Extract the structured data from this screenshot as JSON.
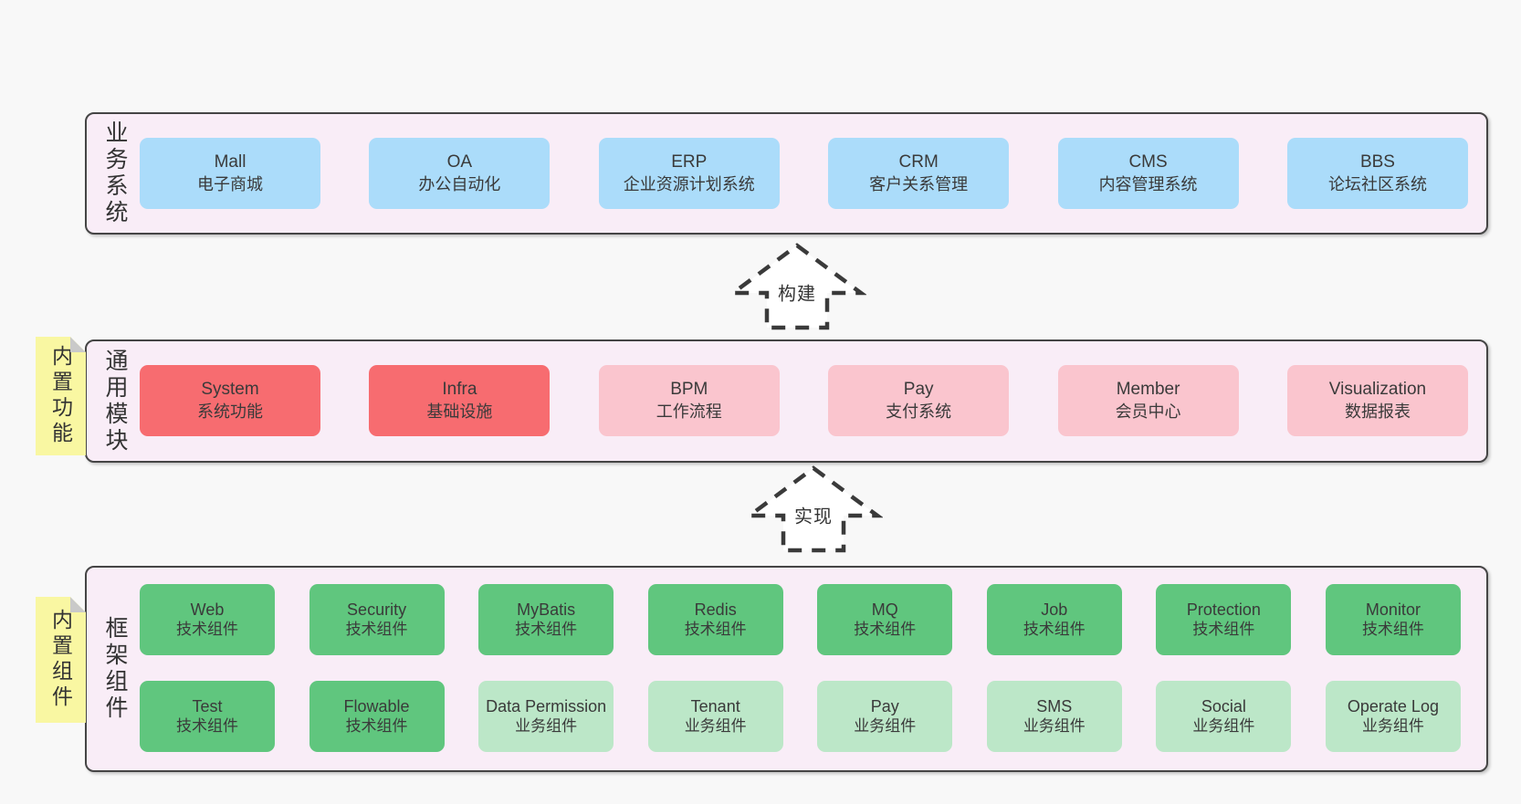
{
  "colors": {
    "page_bg": "#f8f8f8",
    "panel_bg": "#f9edf7",
    "panel_border": "#454545",
    "business_box": "#abdcfa",
    "core_module_box": "#f76c70",
    "optional_module_box": "#fac5ce",
    "tech_component_box": "#60c67e",
    "biz_component_box": "#bce7c8",
    "sticky_note": "#f9f7a2",
    "note_fold": "#c9c9c9",
    "text": "#333333"
  },
  "layers": {
    "business": {
      "label": "业务系统",
      "boxes": [
        {
          "title": "Mall",
          "subtitle": "电子商城"
        },
        {
          "title": "OA",
          "subtitle": "办公自动化"
        },
        {
          "title": "ERP",
          "subtitle": "企业资源计划系统"
        },
        {
          "title": "CRM",
          "subtitle": "客户关系管理"
        },
        {
          "title": "CMS",
          "subtitle": "内容管理系统"
        },
        {
          "title": "BBS",
          "subtitle": "论坛社区系统"
        }
      ]
    },
    "modules": {
      "label": "通用模块",
      "note": "内置功能",
      "boxes": [
        {
          "title": "System",
          "subtitle": "系统功能",
          "variant": "red"
        },
        {
          "title": "Infra",
          "subtitle": "基础设施",
          "variant": "red"
        },
        {
          "title": "BPM",
          "subtitle": "工作流程",
          "variant": "pink"
        },
        {
          "title": "Pay",
          "subtitle": "支付系统",
          "variant": "pink"
        },
        {
          "title": "Member",
          "subtitle": "会员中心",
          "variant": "pink"
        },
        {
          "title": "Visualization",
          "subtitle": "数据报表",
          "variant": "pink"
        }
      ]
    },
    "components": {
      "label": "框架组件",
      "note": "内置组件",
      "row1": [
        {
          "title": "Web",
          "subtitle": "技术组件"
        },
        {
          "title": "Security",
          "subtitle": "技术组件"
        },
        {
          "title": "MyBatis",
          "subtitle": "技术组件"
        },
        {
          "title": "Redis",
          "subtitle": "技术组件"
        },
        {
          "title": "MQ",
          "subtitle": "技术组件"
        },
        {
          "title": "Job",
          "subtitle": "技术组件"
        },
        {
          "title": "Protection",
          "subtitle": "技术组件"
        },
        {
          "title": "Monitor",
          "subtitle": "技术组件"
        }
      ],
      "row2": [
        {
          "title": "Test",
          "subtitle": "技术组件",
          "variant": "green"
        },
        {
          "title": "Flowable",
          "subtitle": "技术组件",
          "variant": "green"
        },
        {
          "title": "Data Permission",
          "subtitle": "业务组件",
          "variant": "lightgreen"
        },
        {
          "title": "Tenant",
          "subtitle": "业务组件",
          "variant": "lightgreen"
        },
        {
          "title": "Pay",
          "subtitle": "业务组件",
          "variant": "lightgreen"
        },
        {
          "title": "SMS",
          "subtitle": "业务组件",
          "variant": "lightgreen"
        },
        {
          "title": "Social",
          "subtitle": "业务组件",
          "variant": "lightgreen"
        },
        {
          "title": "Operate Log",
          "subtitle": "业务组件",
          "variant": "lightgreen"
        }
      ]
    }
  },
  "arrows": {
    "build": {
      "label": "构建"
    },
    "implement": {
      "label": "实现"
    }
  }
}
